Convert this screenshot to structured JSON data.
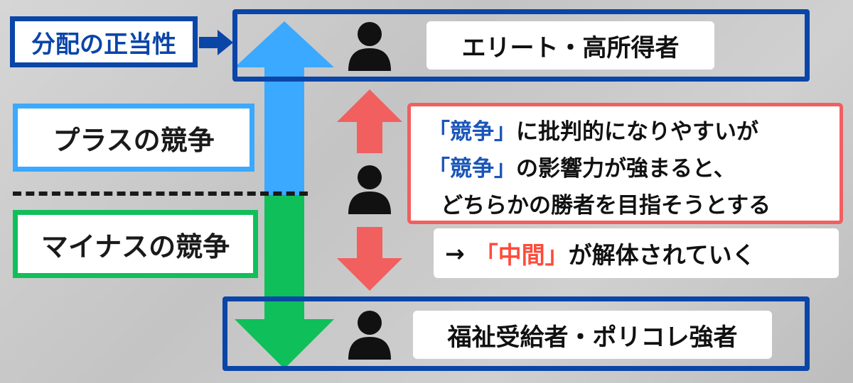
{
  "left_labels": {
    "legitimacy": "分配の正当性",
    "plus_competition": "プラスの競争",
    "minus_competition": "マイナスの競争"
  },
  "groups": {
    "top": "エリート・高所得者",
    "bottom": "福祉受給者・ポリコレ強者"
  },
  "note": {
    "line1_quote": "「競争」",
    "line1_rest": "に批判的になりやすいが",
    "line2_quote": "「競争」",
    "line2_rest": "の影響力が強まると、",
    "line3": "どちらかの勝者を目指そうとする"
  },
  "result": {
    "arrow": "→",
    "quote": "「中間」",
    "rest": "が解体されていく"
  },
  "colors": {
    "frame_blue": "#0a45a8",
    "arrow_light_blue": "#3aa9ff",
    "arrow_green": "#0fbf5a",
    "arrow_red": "#f25f5f",
    "accent_red": "#ff4a3a",
    "accent_blue": "#1a55b8"
  },
  "icons": [
    "person-icon",
    "big-arrow-up-icon",
    "big-arrow-down-icon",
    "red-arrow-up-icon",
    "red-arrow-down-icon",
    "pointer-arrow-icon"
  ]
}
